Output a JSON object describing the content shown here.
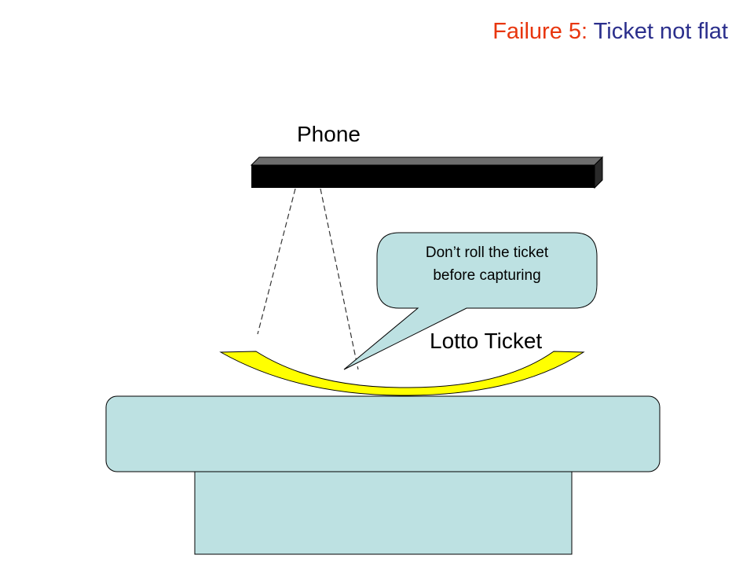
{
  "title": {
    "failure_label": "Failure 5",
    "separator": ":",
    "description": " Ticket not flat"
  },
  "labels": {
    "phone": "Phone",
    "lotto_ticket": "Lotto Ticket"
  },
  "callout": {
    "line1": "Don’t roll the ticket",
    "line2": "before capturing"
  },
  "colors": {
    "title_red": "#e8360e",
    "title_blue": "#2b2f8c",
    "ticket_yellow": "#ffff00",
    "table_fill": "#bde1e2",
    "phone_black": "#000000"
  }
}
